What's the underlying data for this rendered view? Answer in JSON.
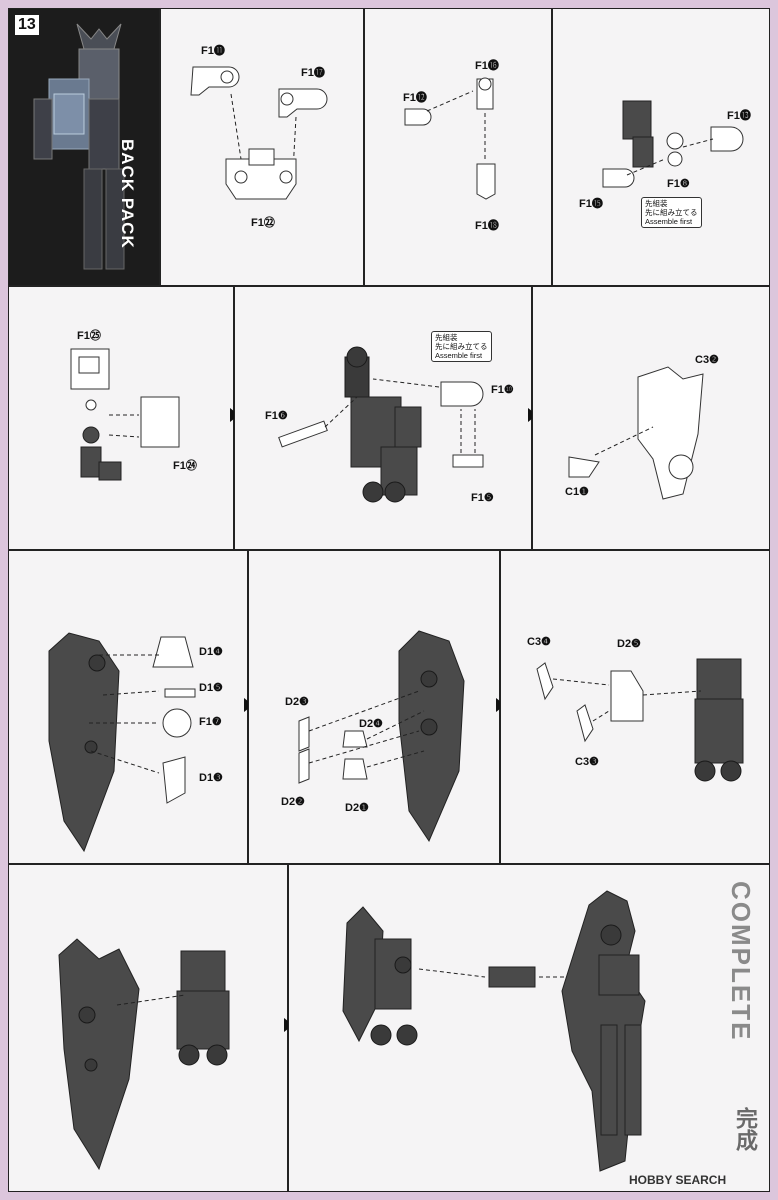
{
  "step": {
    "number": "13",
    "title": "BACK PACK"
  },
  "panels": [
    {
      "id": "p1",
      "labels": [
        "F1⓫",
        "F1⓱",
        "F1㉒"
      ]
    },
    {
      "id": "p2",
      "labels": [
        "F1⓬",
        "F1⓰",
        "F1⓲"
      ]
    },
    {
      "id": "p3",
      "labels": [
        "F1⓭",
        "F1⓯",
        "F1❽"
      ],
      "note": [
        "先組装",
        "先に組み立てる",
        "Assemble first"
      ]
    },
    {
      "id": "p4",
      "labels": [
        "F1㉕",
        "F1㉔"
      ]
    },
    {
      "id": "p5",
      "labels": [
        "F1❻",
        "F1❿",
        "F1❺"
      ],
      "note": [
        "先組装",
        "先に組み立てる",
        "Assemble first"
      ]
    },
    {
      "id": "p6",
      "labels": [
        "C3❷",
        "C1❶"
      ]
    },
    {
      "id": "p7",
      "labels": [
        "D1❹",
        "D1❺",
        "F1❼",
        "D1❸"
      ]
    },
    {
      "id": "p8",
      "labels": [
        "D2❸",
        "D2❹",
        "D2❷",
        "D2❶"
      ]
    },
    {
      "id": "p9",
      "labels": [
        "C3❹",
        "D2❺",
        "C3❸"
      ]
    },
    {
      "id": "p10",
      "labels": []
    },
    {
      "id": "p11",
      "labels": []
    }
  ],
  "complete": {
    "en": "COMPLETE",
    "jp": "完成"
  },
  "watermark": "HOBBY SEARCH",
  "colors": {
    "background": "#dcc6dc",
    "header": "#1c1c1c",
    "part_dark": "#4a4a4a"
  }
}
